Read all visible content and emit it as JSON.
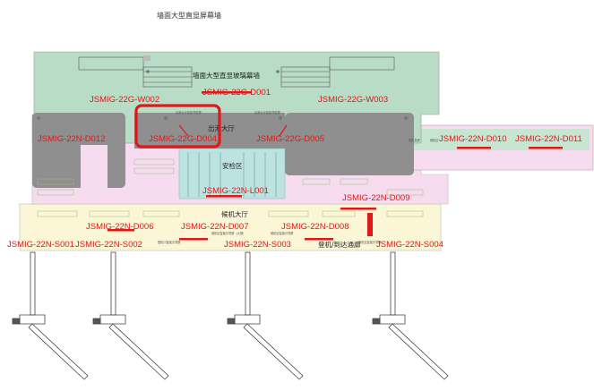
{
  "title": "墙面大型直显屏幕墙",
  "zones": {
    "top_wall": "墙面大型直显玻璃幕墙",
    "departure_hall": "出港大厅",
    "security": "安检区",
    "arrival_hall": "候机大厅",
    "glass_wall": "登机/到达通廊"
  },
  "small_notes": {
    "n1": "出港大厅智能导航屏",
    "n2": "出港大厅智能导航屏",
    "n3": "值机岛旁",
    "n4": "登机口智能引导屏",
    "n5": "候机区智能引导屏（大屏）",
    "n6": "候机区智能引导屏",
    "n7": "候机区智能引导屏",
    "n8": "候机区"
  },
  "labels": {
    "g_d001": "JSMIG-22G-D001",
    "g_w002": "JSMIG-22G-W002",
    "g_w003": "JSMIG-22G-W003",
    "g_d004": "JSMIG-22G-D004",
    "g_d005": "JSMIG-22G-D005",
    "n_d012": "JSMIG-22N-D012",
    "n_d010": "JSMIG-22N-D010",
    "n_d011": "JSMIG-22N-D011",
    "n_l001": "JSMIG-22N-L001",
    "n_d009": "JSMIG-22N-D009",
    "n_d006": "JSMIG-22N-D006",
    "n_d007": "JSMIG-22N-D007",
    "n_d008": "JSMIG-22N-D008",
    "n_s001": "JSMIG-22N-S001",
    "n_s002": "JSMIG-22N-S002",
    "n_s003": "JSMIG-22N-S003",
    "n_s004": "JSMIG-22N-S004"
  },
  "colors": {
    "green_zone": "#b9dcc6",
    "pink_zone": "#f6dcee",
    "yellow_zone": "#fbf6d6",
    "grey_block": "#8f8f8f",
    "label_red": "#e01818",
    "highlight": "#e01818",
    "security_teal": "#bde3e0"
  }
}
